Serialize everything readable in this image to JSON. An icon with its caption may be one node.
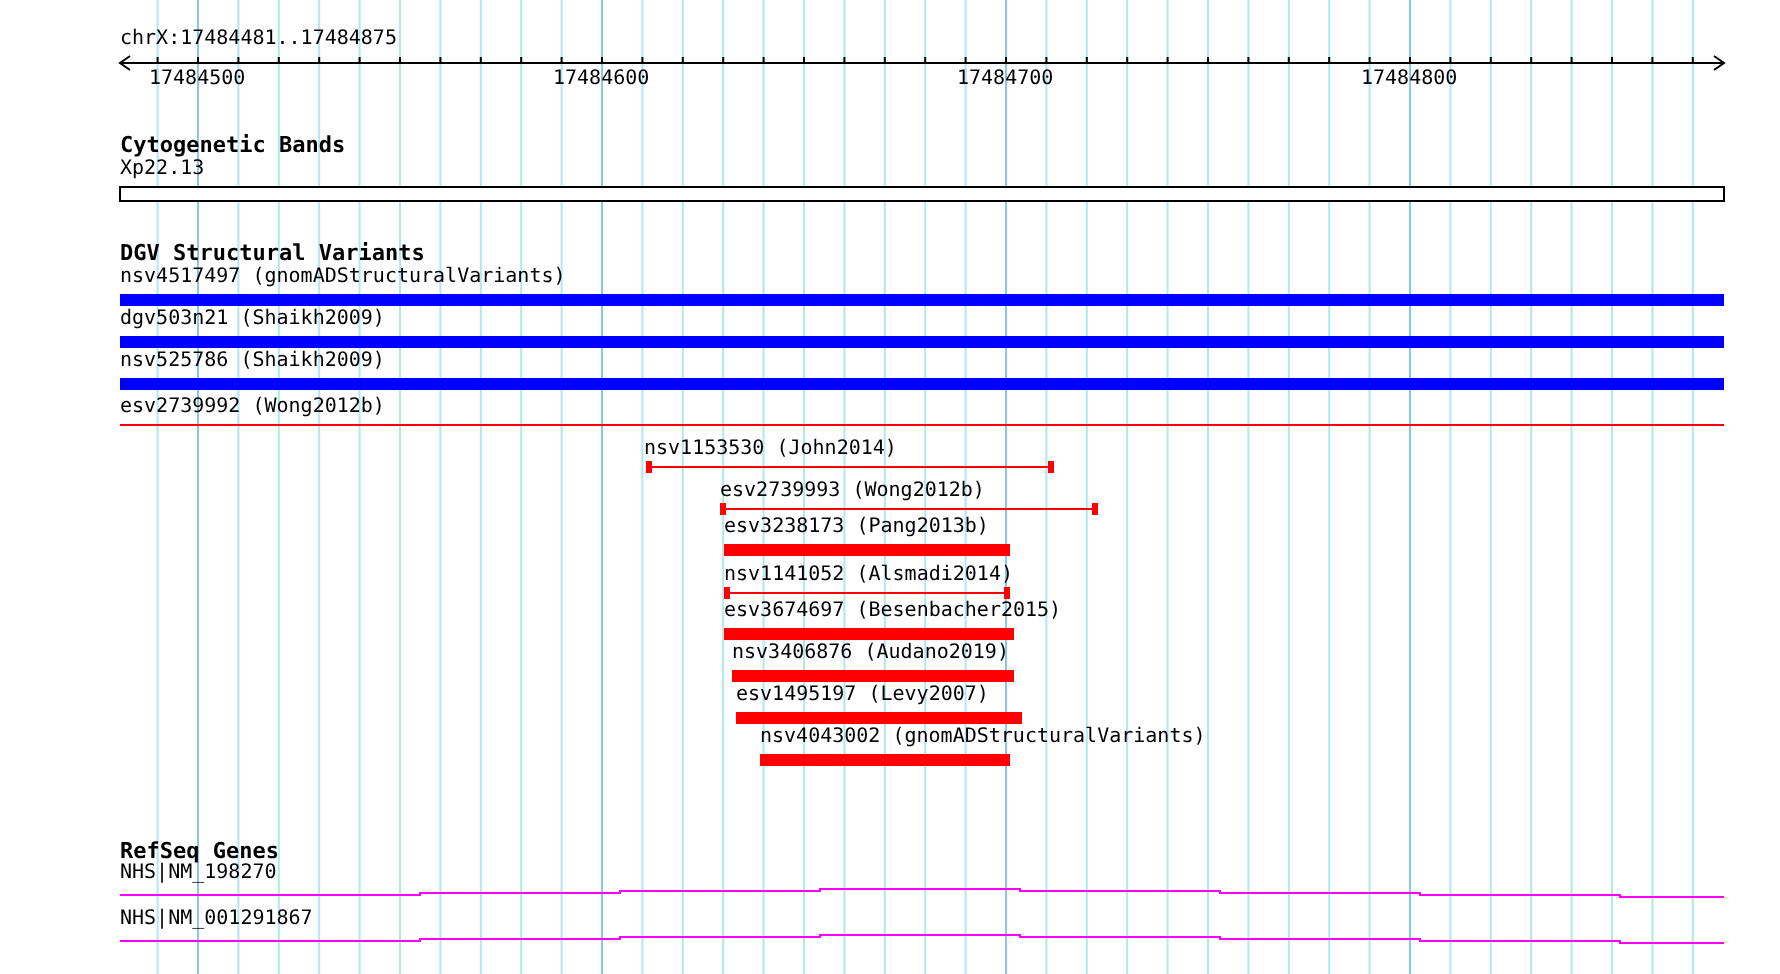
{
  "diagram": {
    "nodes": [
      {
        "text": [
          "Xp22.13"
        ]
      },
      {
        "text": [
          "nsv4517497 (gnomADStructuralVariants)"
        ]
      },
      {
        "text": [
          "dgv503n21 (Shaikh2009)"
        ]
      },
      {
        "text": [
          "nsv525786 (Shaikh2009)"
        ]
      },
      {
        "text": [
          "esv2739992 (Wong2012b)"
        ]
      },
      {
        "text": [
          "nsv1153530 (John2014)"
        ]
      },
      {
        "text": [
          "esv2739993 (Wong2012b)"
        ]
      },
      {
        "text": [
          "esv3238173 (Pang2013b)"
        ]
      },
      {
        "text": [
          "nsv1141052 (Alsmadi2014)"
        ]
      },
      {
        "text": [
          "esv3674697 (Besenbacher2015)"
        ]
      },
      {
        "text": [
          "nsv3406876 (Audano2019)"
        ]
      },
      {
        "text": [
          "esv1495197 (Levy2007)"
        ]
      },
      {
        "text": [
          "nsv4043002 (gnomADStructuralVariants)"
        ]
      },
      {
        "text": [
          "NHS|NM_198270"
        ]
      },
      {
        "text": [
          "NHS|NM_001291867"
        ]
      }
    ],
    "labels": [
      "chrX:17484481..17484875",
      "17484500",
      "17484600",
      "17484700",
      "17484800",
      "Cytogenetic Bands",
      "DGV Structural Variants",
      "RefSeq Genes"
    ]
  }
}
